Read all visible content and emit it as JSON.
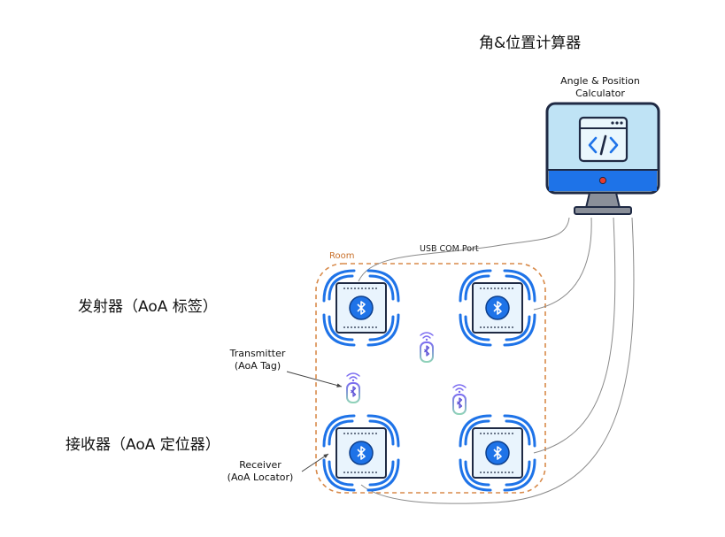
{
  "calculator": {
    "cn_title": "角&位置计算器",
    "en_title_line1": "Angle & Position",
    "en_title_line2": "Calculator",
    "screen_icon": "code-window-icon"
  },
  "room": {
    "label": "Room"
  },
  "connection": {
    "label": "USB COM Port"
  },
  "transmitter": {
    "cn_label": "发射器（AoA 标签）",
    "en_line1": "Transmitter",
    "en_line2": "(AoA Tag)"
  },
  "receiver": {
    "cn_label": "接收器（AoA 定位器）",
    "en_line1": "Receiver",
    "en_line2": "(AoA Locator)"
  },
  "colors": {
    "accent_blue": "#1e73e8",
    "room_border": "#d88a4a",
    "bluetooth_purple": "#5b4fd6",
    "monitor_screen": "#bfe3f5"
  },
  "icons": [
    "bluetooth-icon",
    "wifi-signal-icon",
    "monitor-icon",
    "code-window-icon"
  ]
}
